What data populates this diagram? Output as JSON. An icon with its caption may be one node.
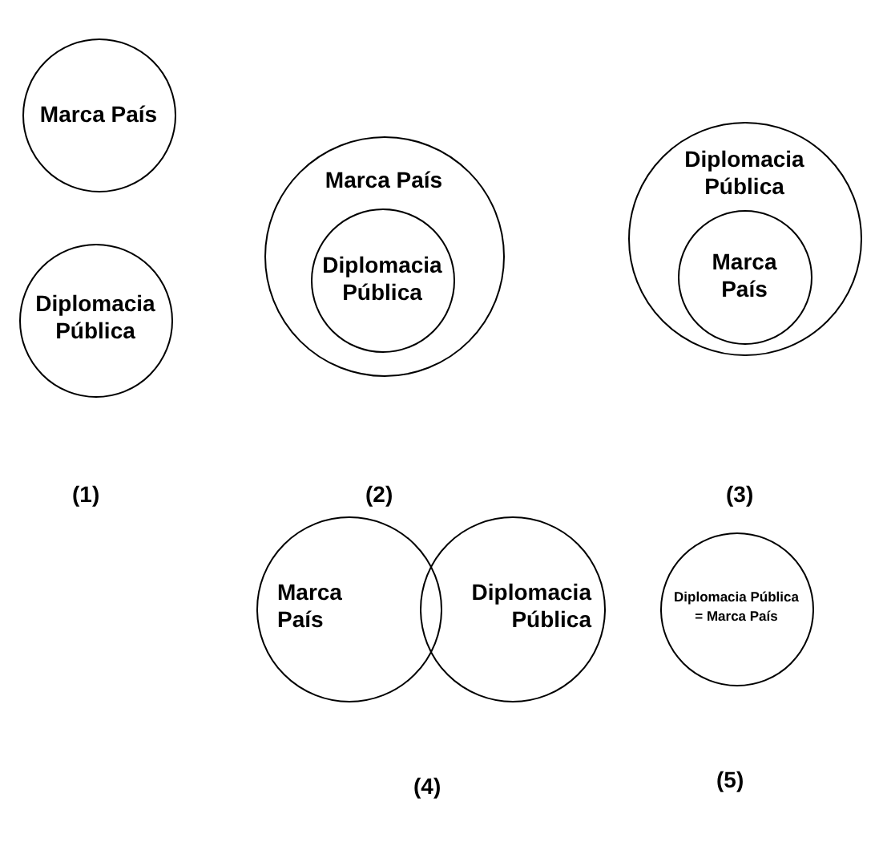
{
  "diagram": {
    "nodes": [
      {
        "text": [
          "Marca País"
        ]
      },
      {
        "text": [
          "Diplomacia Pública"
        ]
      },
      {
        "text": [
          "Marca País"
        ]
      },
      {
        "text": [
          "Diplomacia Pública"
        ],
        "in": 2
      },
      {
        "text": [
          "Diplomacia Pública"
        ]
      },
      {
        "text": [
          "Marca País"
        ],
        "in": 4
      },
      {
        "text": [
          "Marca País"
        ]
      },
      {
        "text": [
          "Diplomacia Pública"
        ]
      },
      {
        "text": [
          "Diplomacia Pública = Marca País"
        ]
      }
    ],
    "labels": [
      "(1)",
      "(2)",
      "(3)",
      "(4)",
      "(5)"
    ]
  }
}
